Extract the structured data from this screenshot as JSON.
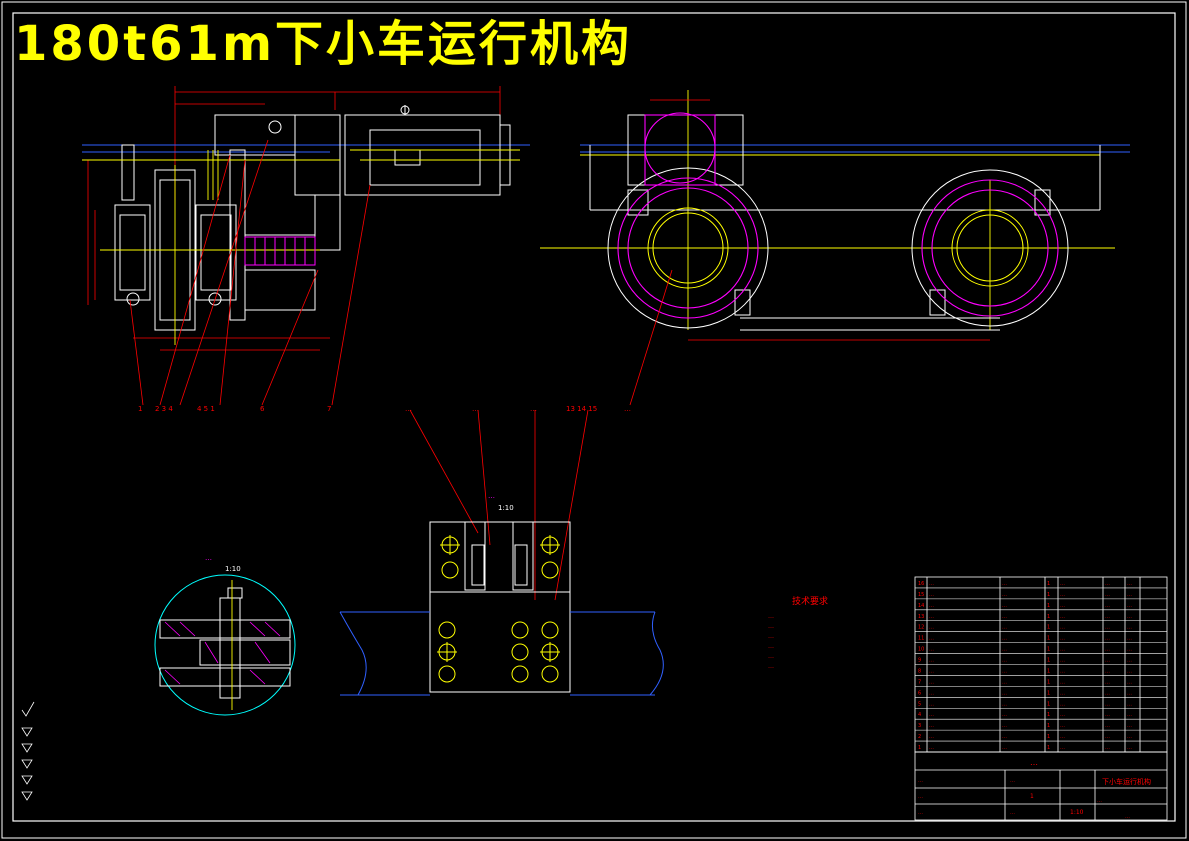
{
  "title": "180t61m下小车运行机构",
  "colors": {
    "background": "#000000",
    "frame": "#ffffff",
    "title": "#ffff00",
    "leader": "#ff0000",
    "wheel": "#ff00ff",
    "centerline": "#ffff00",
    "rail": "#3060ff",
    "ring": "#00ffff"
  },
  "notes_title": "技术要求",
  "notes": [
    "…",
    "…",
    "…",
    "…",
    "…",
    "…"
  ],
  "view_labels": {
    "section_detail": "…",
    "section_detail_scale": "1:10",
    "bolt_detail": "…",
    "bolt_detail_scale": "1:10"
  },
  "balloons": [
    {
      "id": "b1",
      "text": "1"
    },
    {
      "id": "b2",
      "text": "2 3 4"
    },
    {
      "id": "b3",
      "text": "4 5 1"
    },
    {
      "id": "b4",
      "text": "6"
    },
    {
      "id": "b5",
      "text": "7"
    },
    {
      "id": "b6",
      "text": "…"
    },
    {
      "id": "b7",
      "text": "…"
    },
    {
      "id": "b8",
      "text": "…"
    },
    {
      "id": "b9",
      "text": "…"
    },
    {
      "id": "b10",
      "text": "13 14 15"
    }
  ],
  "title_block": {
    "drawing_name": "下小车运行机构",
    "drawing_number": "…",
    "scale": "1:10",
    "sheet_count": "1",
    "company": "…",
    "cells": [
      "…",
      "…",
      "…",
      "…",
      "…",
      "…"
    ]
  },
  "bom_rows": [
    [
      "…",
      "…",
      "1",
      "…",
      "…",
      "…"
    ],
    [
      "…",
      "…",
      "1",
      "…",
      "…",
      "…"
    ],
    [
      "…",
      "…",
      "1",
      "…",
      "…",
      "…"
    ],
    [
      "…",
      "…",
      "1",
      "…",
      "…",
      "…"
    ],
    [
      "…",
      "…",
      "1",
      "…",
      "…",
      "…"
    ],
    [
      "…",
      "…",
      "1",
      "…",
      "…",
      "…"
    ],
    [
      "…",
      "…",
      "1",
      "…",
      "…",
      "…"
    ],
    [
      "…",
      "…",
      "1",
      "…",
      "…",
      "…"
    ],
    [
      "…",
      "…",
      "1",
      "…",
      "…",
      "…"
    ],
    [
      "…",
      "…",
      "1",
      "…",
      "…",
      "…"
    ],
    [
      "…",
      "…",
      "1",
      "…",
      "…",
      "…"
    ],
    [
      "…",
      "…",
      "1",
      "…",
      "…",
      "…"
    ],
    [
      "…",
      "…",
      "1",
      "…",
      "…",
      "…"
    ],
    [
      "…",
      "…",
      "1",
      "…",
      "…",
      "…"
    ],
    [
      "…",
      "…",
      "1",
      "…",
      "…",
      "…"
    ],
    [
      "…",
      "…",
      "1",
      "…",
      "…",
      "…"
    ]
  ]
}
